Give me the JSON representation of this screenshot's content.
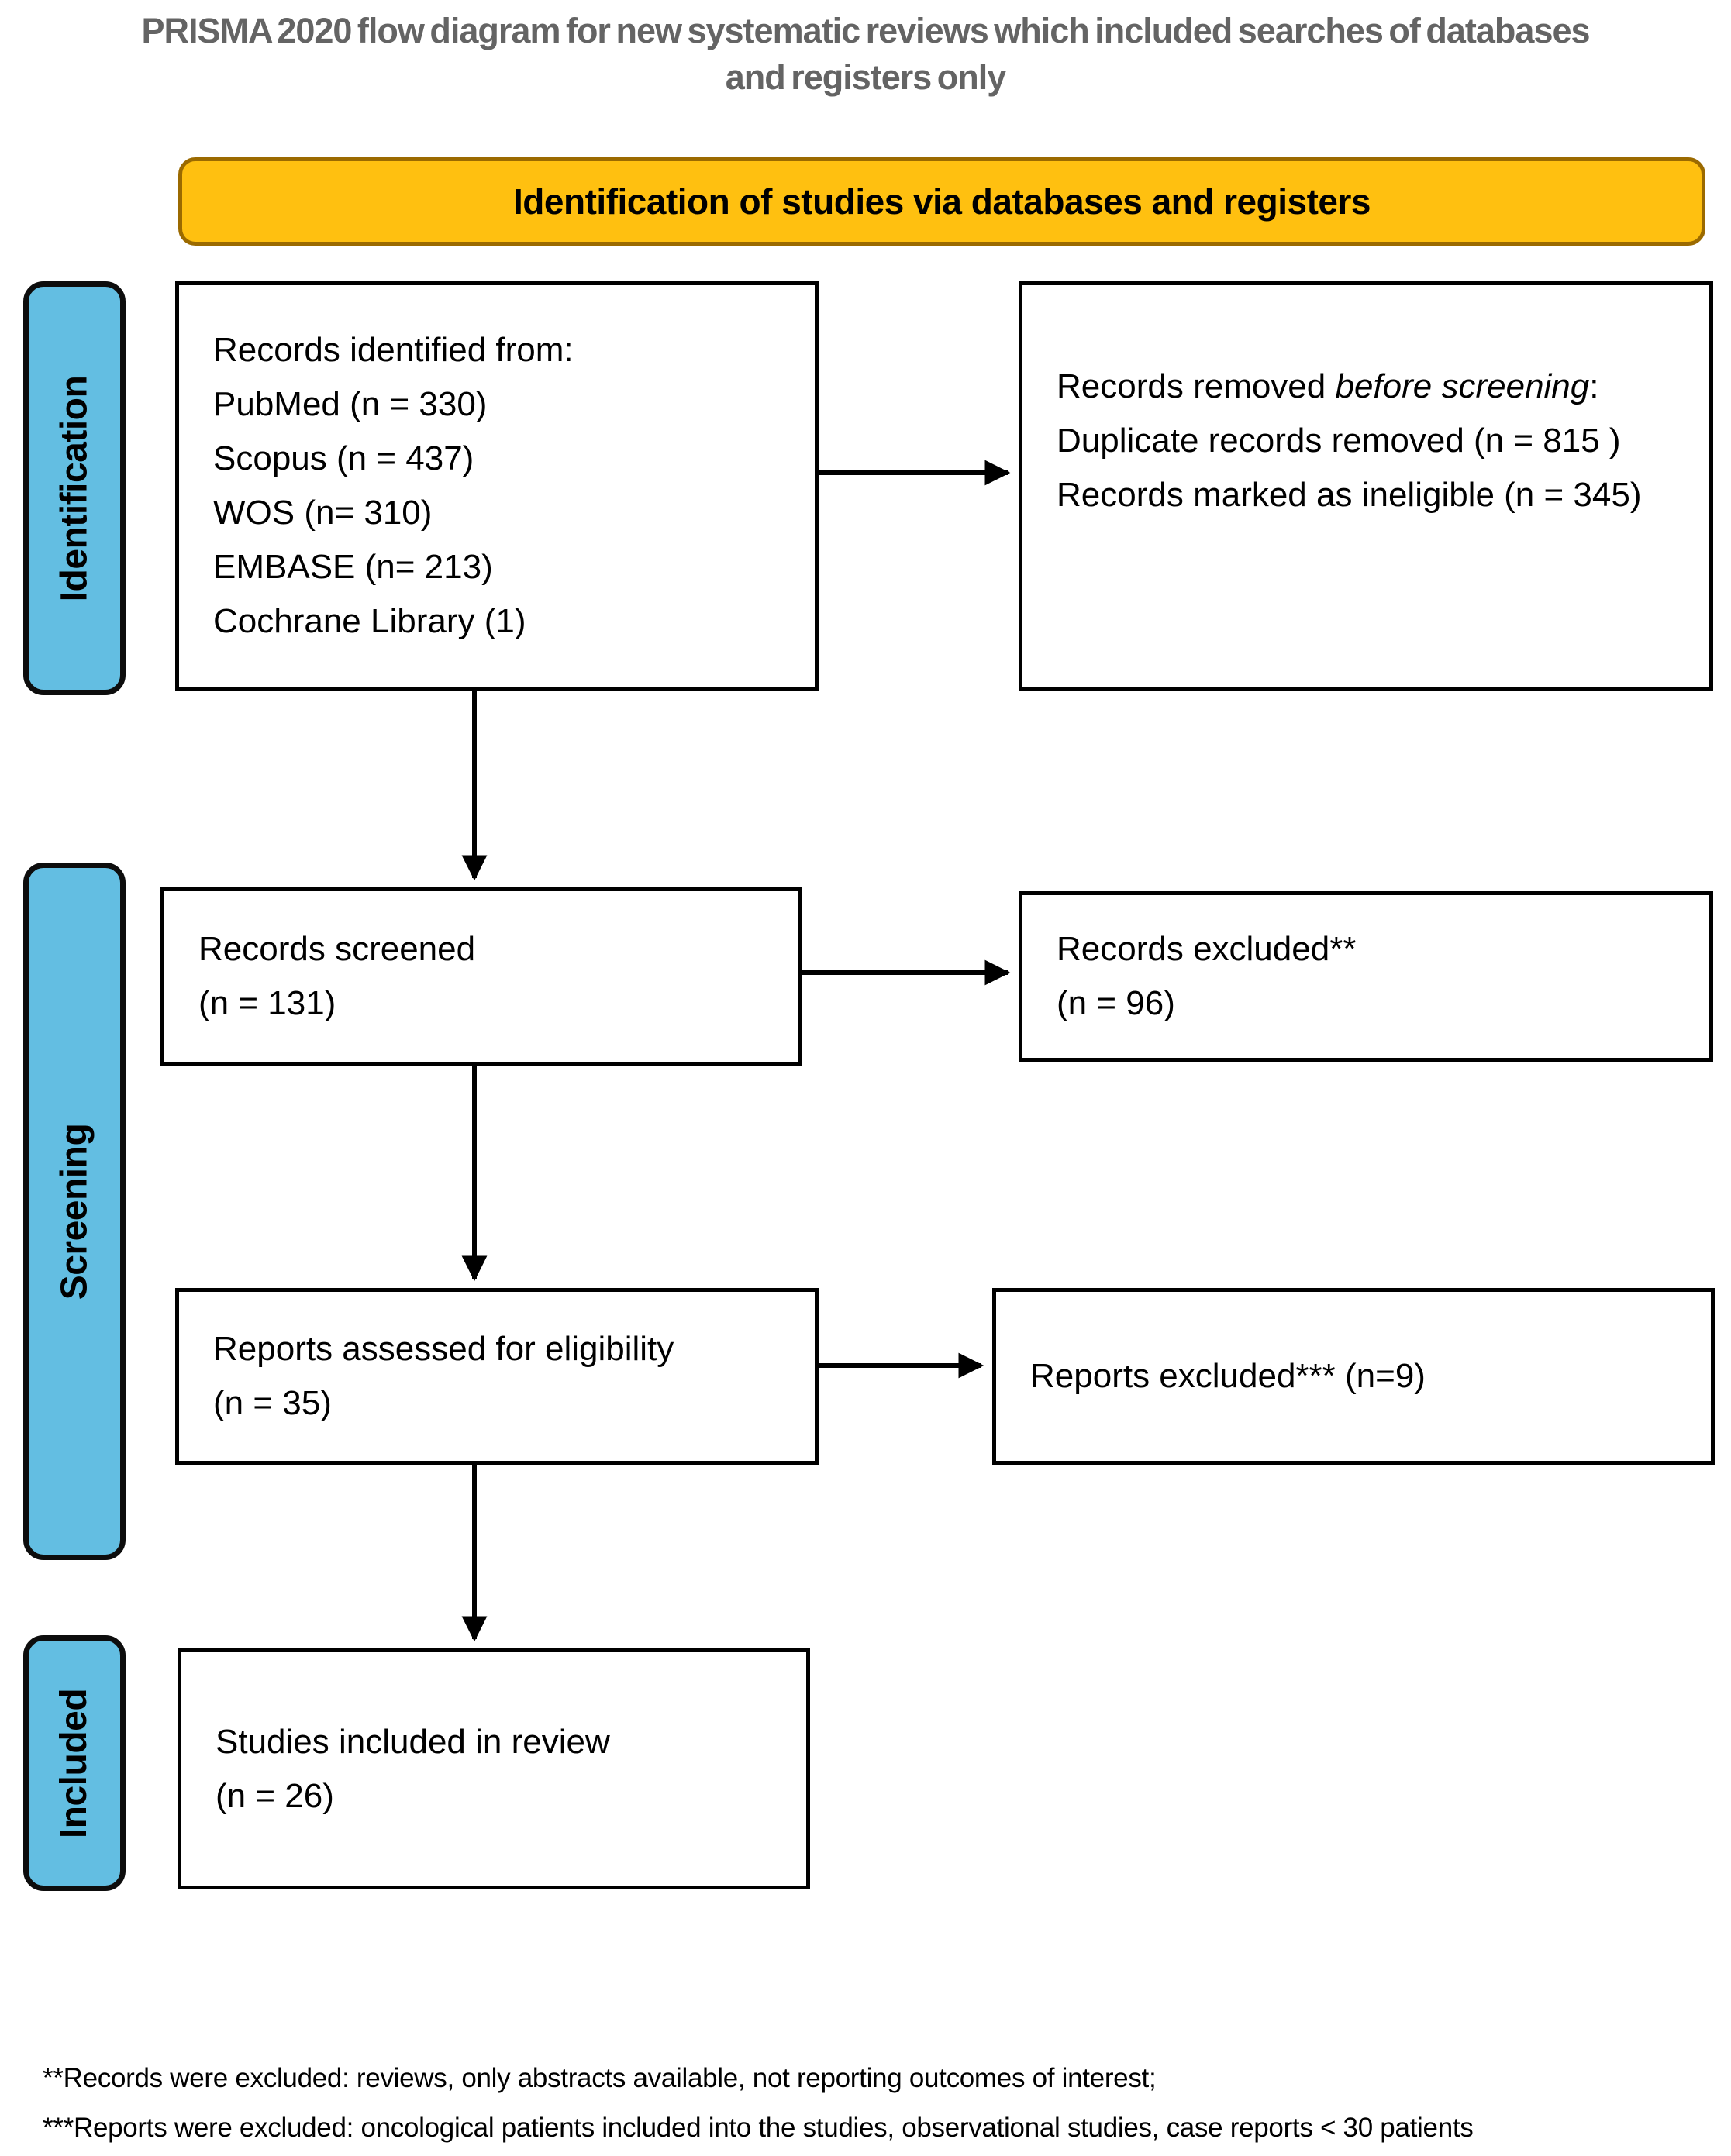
{
  "title": {
    "line1": "PRISMA 2020 flow diagram for new systematic reviews which included searches of databases",
    "line2": "and registers only"
  },
  "banner": {
    "label": "Identification of studies via databases and registers",
    "fill": "#FFC010",
    "border": "#9B6A00"
  },
  "stages": [
    {
      "label": "Identification"
    },
    {
      "label": "Screening"
    },
    {
      "label": "Included"
    }
  ],
  "stage_fill": "#63BEE2",
  "boxes": {
    "records_identified": {
      "lines": [
        "Records identified from:",
        "PubMed (n = 330)",
        "Scopus (n = 437)",
        "WOS (n= 310)",
        "EMBASE (n= 213)",
        "Cochrane Library (1)"
      ]
    },
    "records_removed": {
      "line1_prefix": "Records removed ",
      "line1_italic": "before screening",
      "line1_suffix": ":",
      "line2": "Duplicate records removed  (n = 815 )",
      "line3": "Records marked as ineligible (n = 345)"
    },
    "records_screened": {
      "line1": "Records screened",
      "line2": "(n = 131)"
    },
    "records_excluded": {
      "line1": "Records excluded**",
      "line2": "(n = 96)"
    },
    "reports_assessed": {
      "line1": "Reports assessed for eligibility",
      "line2": "(n = 35)"
    },
    "reports_excluded": {
      "line1": "Reports excluded*** (n=9)"
    },
    "studies_included": {
      "line1": "Studies included in review",
      "line2": "(n = 26)"
    }
  },
  "footnotes": {
    "line1": "**Records were excluded: reviews, only abstracts available, not  reporting outcomes of interest;",
    "line2": "***Reports were excluded: oncological patients included into the studies, observational studies, case reports < 30 patients"
  }
}
